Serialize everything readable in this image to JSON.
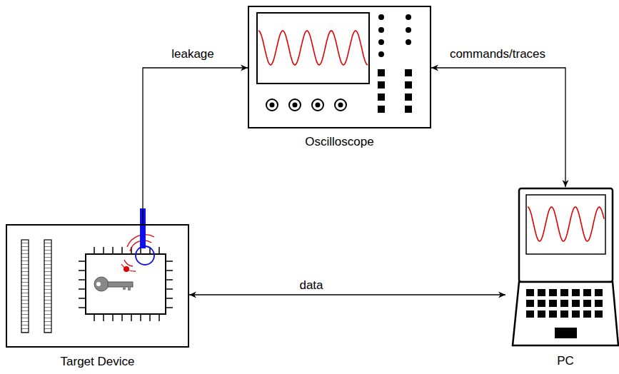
{
  "diagram": {
    "nodes": [
      {
        "text": [
          "Oscilloscope"
        ]
      },
      {
        "text": [
          "Target Device"
        ]
      },
      {
        "text": [
          "PC"
        ]
      }
    ],
    "edges": [
      {
        "from": 1,
        "to": 0,
        "label": "leakage",
        "arrow": "to"
      },
      {
        "from": 2,
        "to": 0,
        "label": "commands/traces",
        "arrow": "both"
      },
      {
        "from": 1,
        "to": 2,
        "label": "data",
        "arrow": "both"
      }
    ]
  }
}
